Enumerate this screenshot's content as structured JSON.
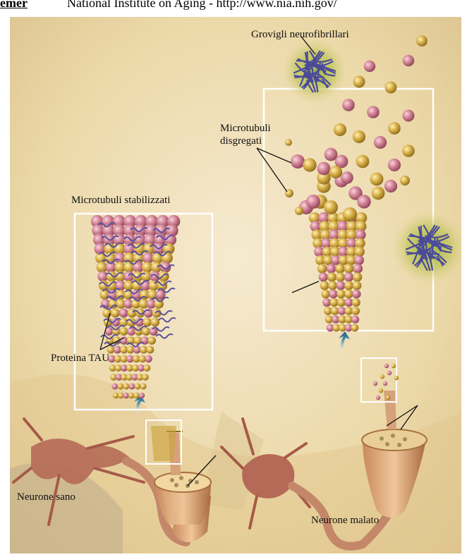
{
  "header": {
    "label": "emer",
    "source": "National Institute on Aging - http://www.nia.nih.gov/"
  },
  "labels": {
    "tangles": "Grovigli neurofibrillari",
    "disintegrated_line1": "Microtubuli",
    "disintegrated_line2": "disgregati",
    "stabilized": "Microtubuli stabilizzati",
    "tau": "Proteina TAU",
    "healthy": "Neurone sano",
    "diseased": "Neurone malato"
  },
  "colors": {
    "background": "#efdfb2",
    "tubulin_gold": "#c9a23a",
    "tubulin_pink": "#c97a8c",
    "tau_purple": "#6a5aa8",
    "neuron": "#b76b55",
    "frame": "#ffffff"
  }
}
